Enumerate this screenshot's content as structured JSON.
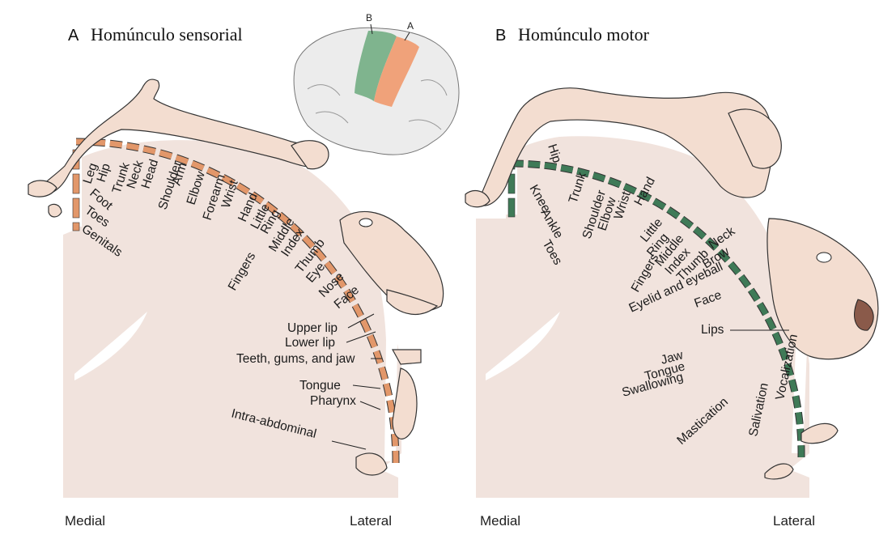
{
  "panel_a": {
    "letter": "A",
    "title": "Homúnculo sensorial",
    "color": "#e2976a",
    "labels": [
      "Leg",
      "Hip",
      "Trunk",
      "Neck",
      "Head",
      "Shoulder",
      "Arm",
      "Elbow",
      "Forearm",
      "Wrist",
      "Hand",
      "Little",
      "Ring",
      "Middle",
      "Index",
      "Thumb",
      "Eye",
      "Nose",
      "Face",
      "Upper lip",
      "Lower lip",
      "Teeth, gums, and jaw",
      "Tongue",
      "Pharynx",
      "Intra-abdominal",
      "Foot",
      "Toes",
      "Genitals",
      "Fingers"
    ],
    "medial": "Medial",
    "lateral": "Lateral"
  },
  "panel_b": {
    "letter": "B",
    "title": "Homúnculo motor",
    "color": "#3f7a57",
    "labels": [
      "Hip",
      "Trunk",
      "Shoulder",
      "Elbow",
      "Wrist",
      "Hand",
      "Little",
      "Ring",
      "Middle",
      "Index",
      "Thumb",
      "Neck",
      "Brow",
      "Eyelid and eyeball",
      "Face",
      "Lips",
      "Jaw",
      "Tongue",
      "Swallowing",
      "Knee",
      "Ankle",
      "Toes",
      "Fingers",
      "Vocalization",
      "Salivation",
      "Mastication"
    ],
    "medial": "Medial",
    "lateral": "Lateral"
  },
  "brain_inset": {
    "label_a": "A",
    "label_b": "B",
    "color_a": "#f0a27a",
    "color_b": "#7fb48e"
  },
  "colors": {
    "section": "#f1e3dd",
    "skin": "#f3ddd0"
  }
}
